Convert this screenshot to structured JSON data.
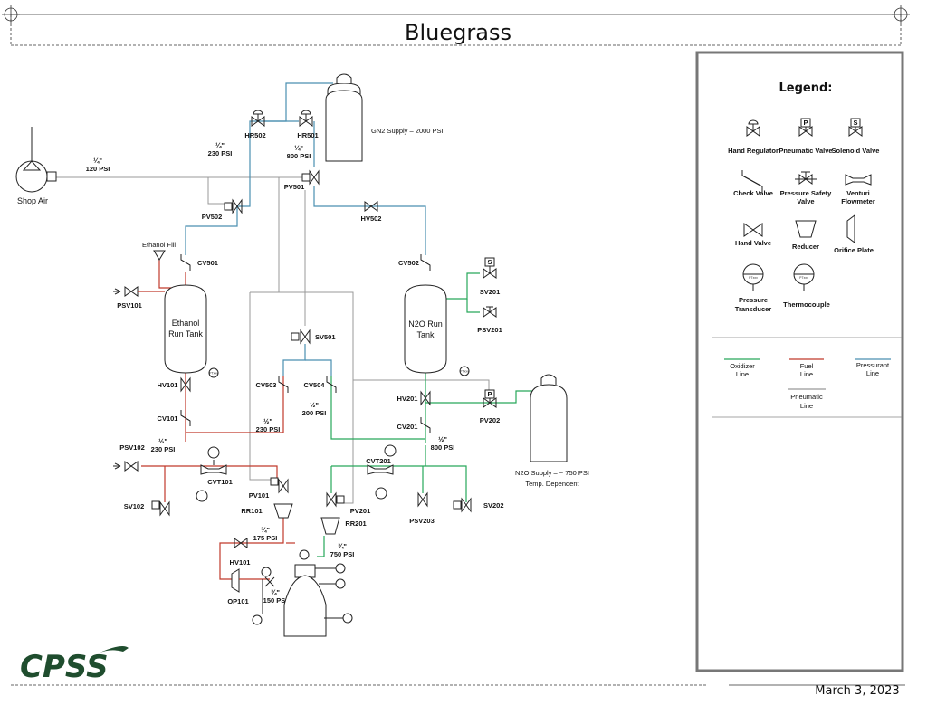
{
  "title": "Bluegrass",
  "date": "March 3, 2023",
  "logo": "CPSS",
  "components": {
    "shop_air": "Shop Air",
    "gn2_supply": "GN2 Supply – 2000 PSI",
    "n2o_supply_line1": "N2O Supply – ~ 750 PSI",
    "n2o_supply_line2": "Temp. Dependent",
    "ethanol_tank_line1": "Ethanol",
    "ethanol_tank_line2": "Run Tank",
    "n2o_tank_line1": "N2O Run",
    "n2o_tank_line2": "Tank",
    "ethanol_fill": "Ethanol Fill",
    "hr502": "HR502",
    "hr501": "HR501",
    "pv501": "PV501",
    "pv502": "PV502",
    "hv502": "HV502",
    "cv501": "CV501",
    "cv502": "CV502",
    "psv101": "PSV101",
    "sv201": "SV201",
    "psv201": "PSV201",
    "sv501": "SV501",
    "hv101_top": "HV101",
    "cv503": "CV503",
    "cv504": "CV504",
    "hv201": "HV201",
    "cv101": "CV101",
    "cv201": "CV201",
    "pv202": "PV202",
    "psv102": "PSV102",
    "cvt101": "CVT101",
    "cvt201": "CVT201",
    "sv102": "SV102",
    "pv101": "PV101",
    "rr101": "RR101",
    "pv201": "PV201",
    "rr201": "RR201",
    "psv203": "PSV203",
    "sv202": "SV202",
    "hv101_bottom": "HV101",
    "op101": "OP101"
  },
  "pressures": {
    "shop_air": {
      "size": "¼\"",
      "psi": "120 PSI"
    },
    "pv502_line": {
      "size": "¼\"",
      "psi": "230 PSI"
    },
    "hr501_line": {
      "size": "¼\"",
      "psi": "800 PSI"
    },
    "cv504_line": {
      "size": "½\"",
      "psi": "200 PSI"
    },
    "cv503_line": {
      "size": "½\"",
      "psi": "230 PSI"
    },
    "cv101_line": {
      "size": "½\"",
      "psi": "230 PSI"
    },
    "cv201_line": {
      "size": "½\"",
      "psi": "800 PSI"
    },
    "hv101_line": {
      "size": "¾\"",
      "psi": "175 PSI"
    },
    "pv201_line": {
      "size": "¾\"",
      "psi": "750 PSI"
    },
    "op101_line": {
      "size": "¾\"",
      "psi": "150 PSI"
    }
  },
  "gauge_label": "PTxxx",
  "legend": {
    "title": "Legend:",
    "hand_regulator": "Hand Regulator",
    "pneumatic_valve": "Pneumatic Valve",
    "solenoid_valve": "Solenoid Valve",
    "check_valve": "Check Valve",
    "psv_line1": "Pressure Safety",
    "psv_line2": "Valve",
    "venturi_line1": "Venturi",
    "venturi_line2": "Flowmeter",
    "hand_valve": "Hand Valve",
    "reducer": "Reducer",
    "orifice_plate": "Orifice Plate",
    "pt_line1": "Pressure",
    "pt_line2": "Transducer",
    "thermocouple": "Thermocouple",
    "oxidizer_line1": "Oxidizer",
    "oxidizer_line2": "Line",
    "fuel_line1": "Fuel",
    "fuel_line2": "Line",
    "pressurant_line1": "Pressurant",
    "pressurant_line2": "Line",
    "pneumatic_line1": "Pneumatic",
    "pneumatic_line2": "Line",
    "p_mark": "P",
    "s_mark": "S"
  },
  "colors": {
    "oxidizer": "#27a85a",
    "fuel": "#c0392b",
    "pressurant": "#4a8fb0",
    "pneumatic": "#999999",
    "logo": "#1f4d2e"
  }
}
